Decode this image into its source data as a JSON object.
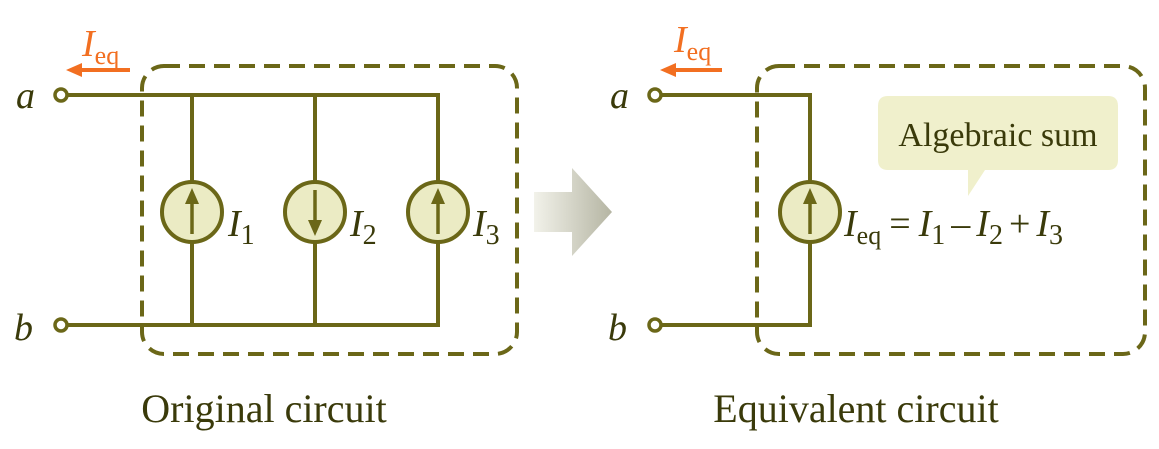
{
  "colors": {
    "wire": "#6b6718",
    "source_fill": "#ebebc4",
    "callout_fill": "#f0f0cc",
    "current_accent": "#f26f21",
    "text": "#3a3a0a",
    "arrow_gradient_start": "#f2f2ea",
    "arrow_gradient_end": "#b5b5a3"
  },
  "left_panel": {
    "terminal_a": "a",
    "terminal_b": "b",
    "current_symbol": "I",
    "current_subscript": "eq",
    "sources": [
      {
        "symbol": "I",
        "subscript": "1",
        "direction": "up"
      },
      {
        "symbol": "I",
        "subscript": "2",
        "direction": "down"
      },
      {
        "symbol": "I",
        "subscript": "3",
        "direction": "up"
      }
    ],
    "caption": "Original circuit"
  },
  "right_panel": {
    "terminal_a": "a",
    "terminal_b": "b",
    "current_symbol": "I",
    "current_subscript": "eq",
    "source_direction": "up",
    "callout": "Algebraic sum",
    "equation": {
      "lhs_symbol": "I",
      "lhs_subscript": "eq",
      "equals": "=",
      "terms": [
        {
          "sign": "",
          "symbol": "I",
          "subscript": "1"
        },
        {
          "sign": "–",
          "symbol": "I",
          "subscript": "2"
        },
        {
          "sign": "+",
          "symbol": "I",
          "subscript": "3"
        }
      ]
    },
    "caption": "Equivalent circuit"
  },
  "transition_arrow": "arrow-right-icon"
}
